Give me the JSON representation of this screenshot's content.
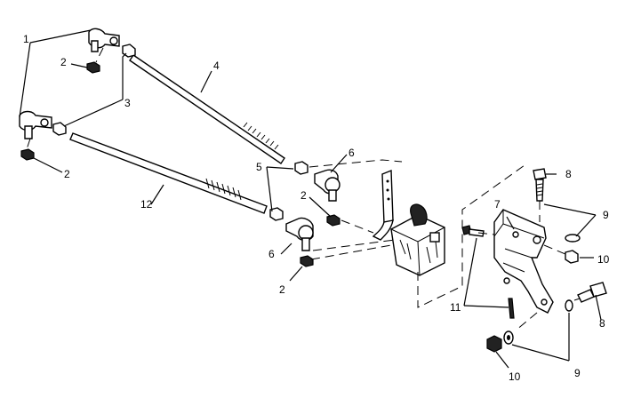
{
  "callouts": {
    "c1": "1",
    "c2a": "2",
    "c2b": "2",
    "c2c": "2",
    "c2d": "2",
    "c3": "3",
    "c4": "4",
    "c5": "5",
    "c6a": "6",
    "c6b": "6",
    "c7": "7",
    "c8a": "8",
    "c8b": "8",
    "c9a": "9",
    "c9b": "9",
    "c10a": "10",
    "c10b": "10",
    "c11": "11",
    "c12": "12"
  }
}
